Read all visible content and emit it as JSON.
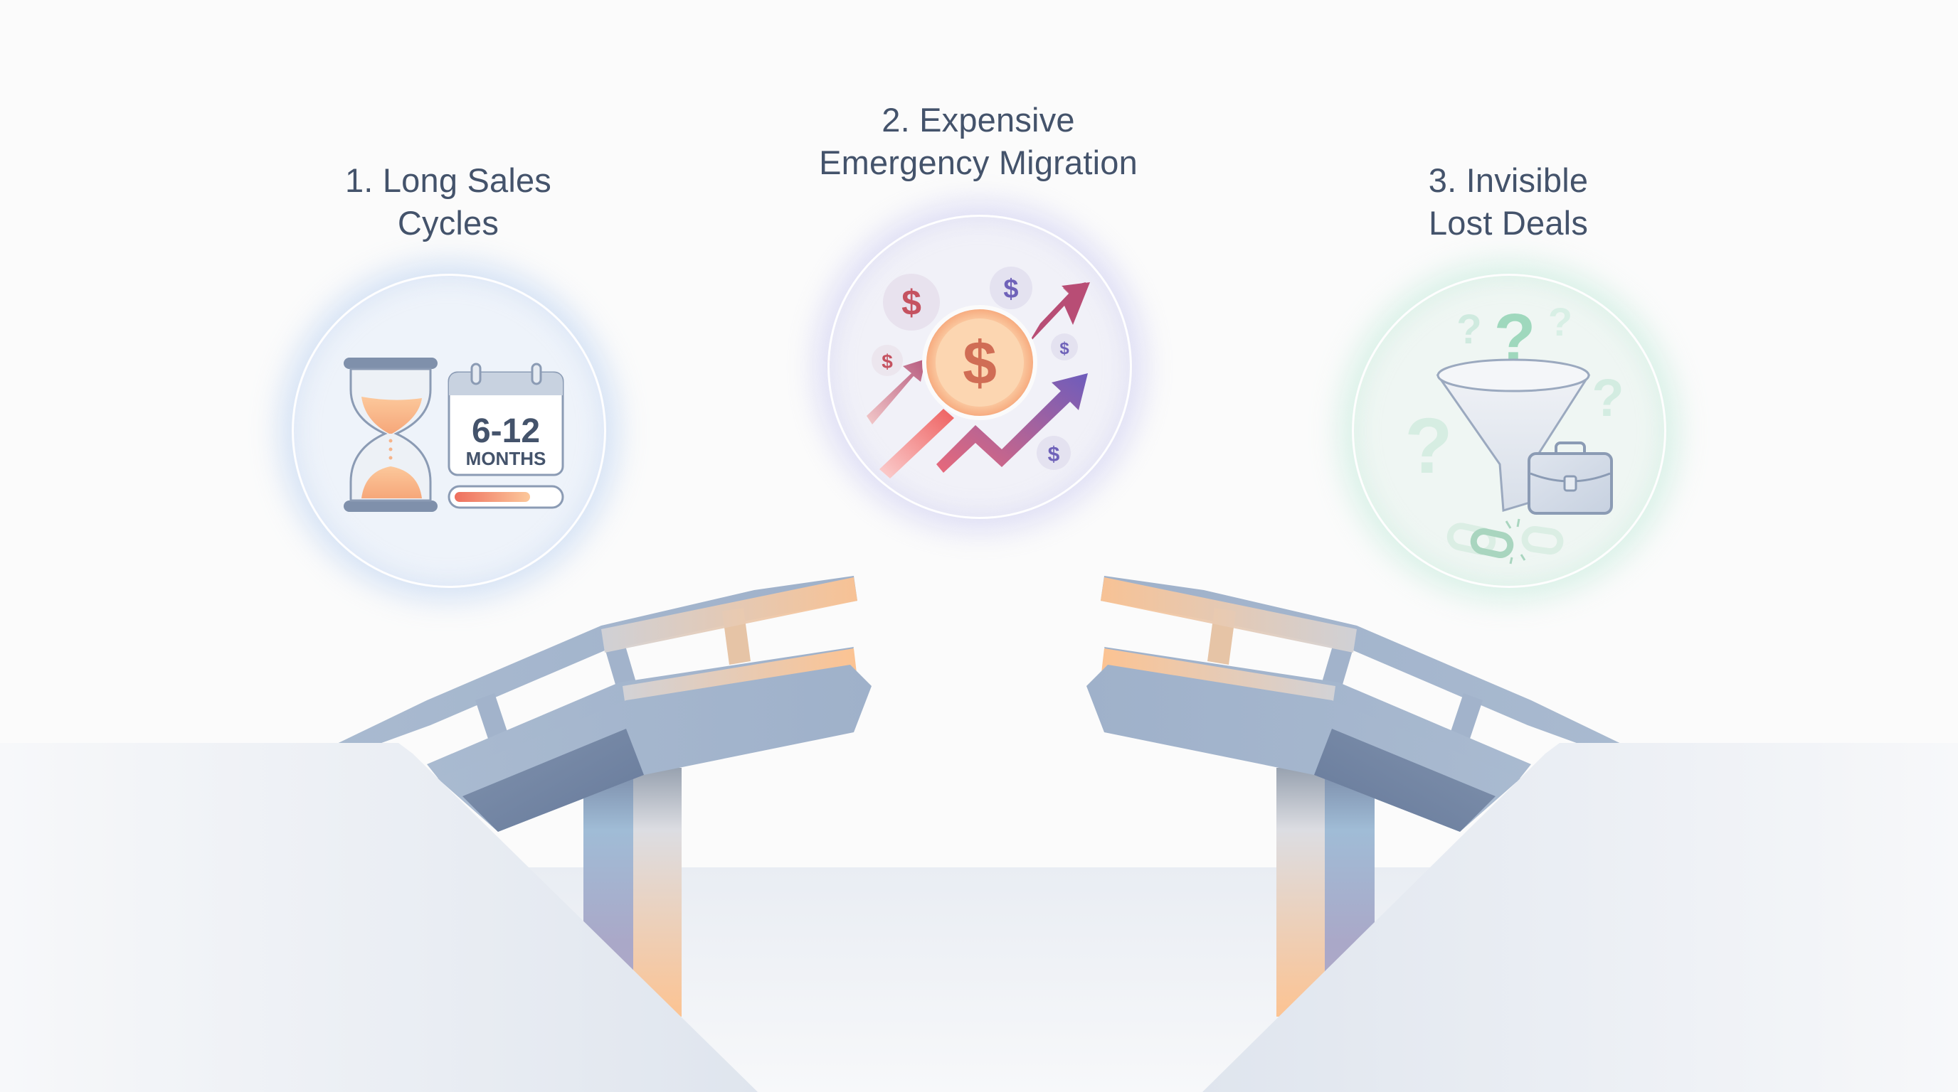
{
  "diagram": {
    "concept": "broken-bridge",
    "colors": {
      "title_text": "#44536b",
      "bridge_steel": "#a3b4cc",
      "bridge_steel_dark": "#6b7f9c",
      "bridge_accent": "#fbc497",
      "cliff": "#e6ebf2",
      "background": "#fbfbfb",
      "glow_blue": "#aac8f0",
      "glow_purple": "#bebef0",
      "glow_green": "#b4e6d2"
    },
    "problems": [
      {
        "id": 1,
        "title_lines": [
          "1. Long Sales",
          "Cycles"
        ],
        "icon": "hourglass-calendar-icon",
        "calendar": {
          "number": "6-12",
          "label": "MONTHS"
        },
        "progress_percent": 70
      },
      {
        "id": 2,
        "title_lines": [
          "2. Expensive",
          "Emergency Migration"
        ],
        "icon": "rising-cost-dollar-icon",
        "symbols": [
          "$",
          "$",
          "$",
          "$",
          "$",
          "$"
        ]
      },
      {
        "id": 3,
        "title_lines": [
          "3. Invisible",
          "Lost Deals"
        ],
        "icon": "funnel-briefcase-broken-link-icon",
        "symbols": [
          "?",
          "?",
          "?",
          "?",
          "?"
        ]
      }
    ]
  }
}
